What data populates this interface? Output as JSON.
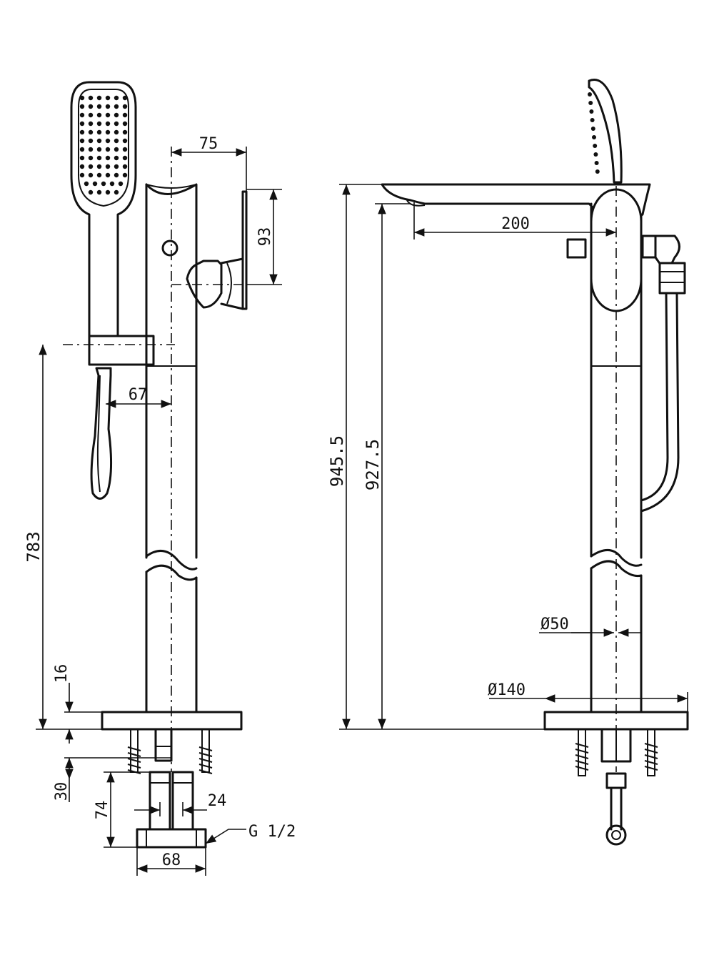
{
  "dimensions": {
    "front": {
      "spout_offset": "75",
      "handle_height": "93",
      "holder_offset": "67",
      "holder_height": "783",
      "base_thickness": "16",
      "bolt_length": "30",
      "connector_height": "74",
      "connector_spacing": "24",
      "connector_width": "68",
      "thread": "G 1/2"
    },
    "side": {
      "spout_reach": "200",
      "total_height": "945.5",
      "outlet_height": "927.5",
      "body_diameter": "Ø50",
      "base_diameter": "Ø140"
    }
  },
  "colors": {
    "line": "#111111",
    "background": "#ffffff"
  }
}
